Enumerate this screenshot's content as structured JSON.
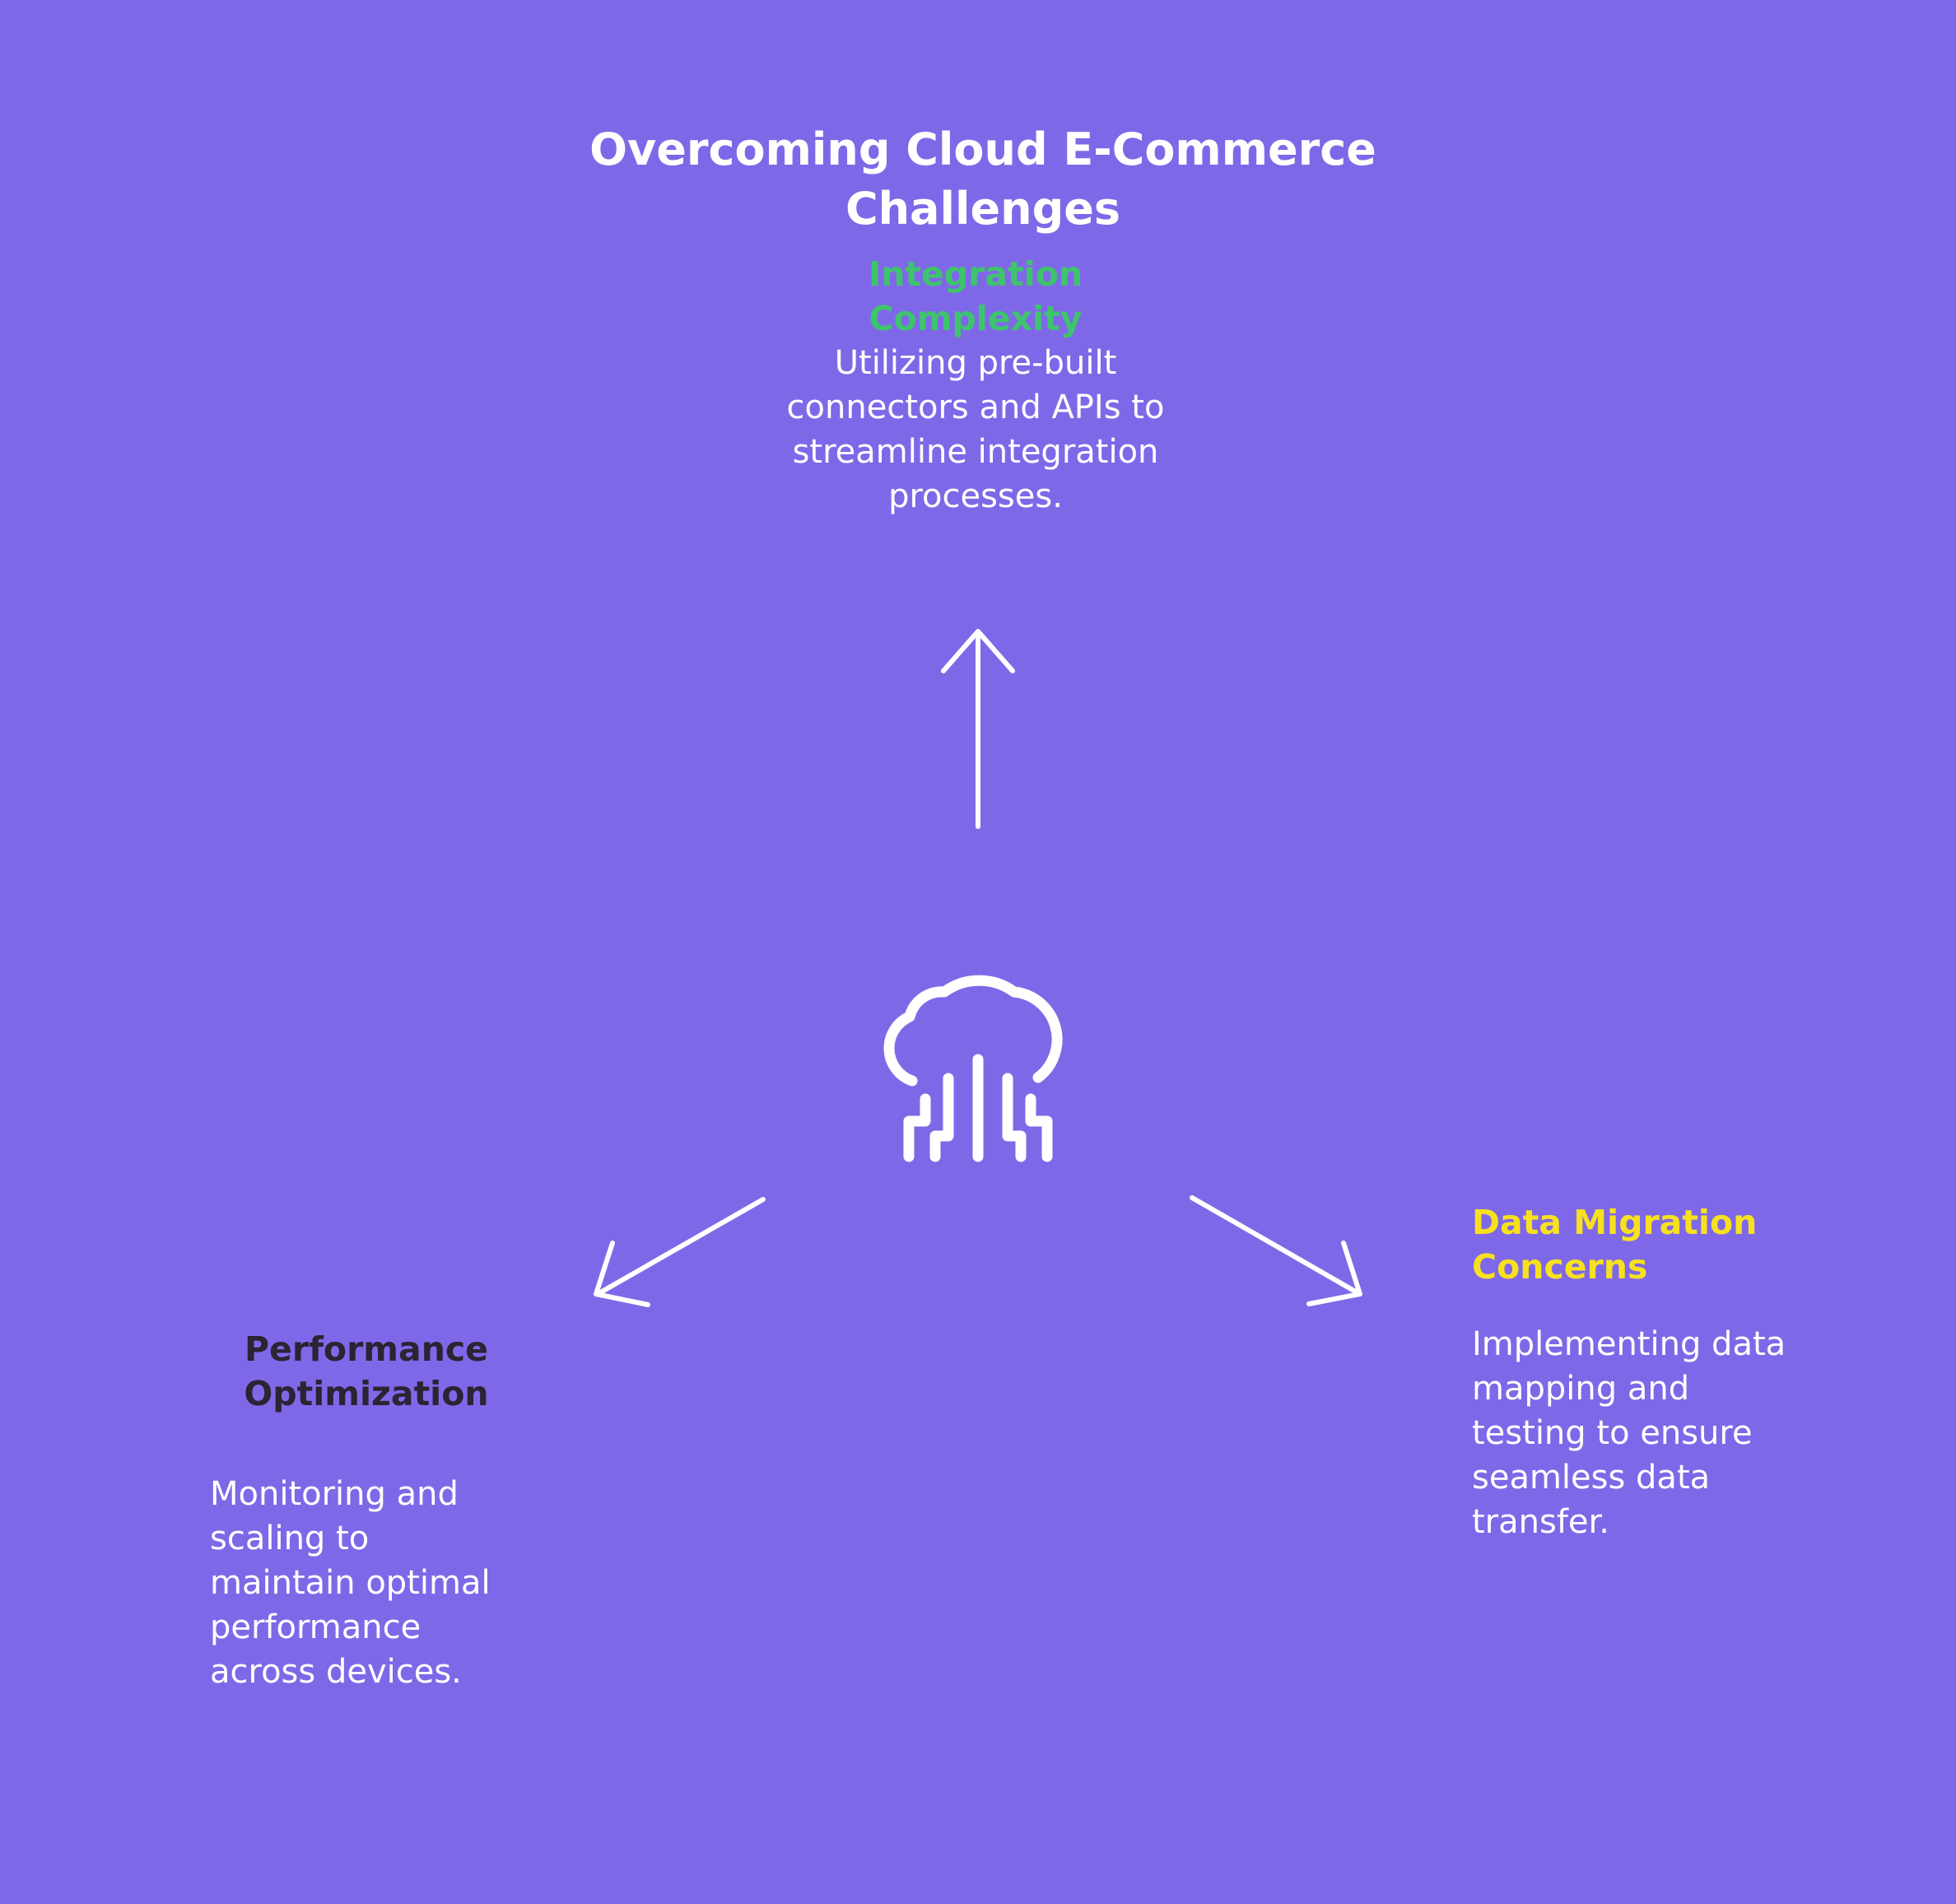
{
  "title": "Overcoming Cloud E-Commerce Challenges",
  "colors": {
    "background": "#7f68e8",
    "white": "#ffffff",
    "green": "#3ec46d",
    "yellow": "#f7e11f",
    "dark": "#2a2433"
  },
  "center_icon": "cloud-circuit-icon",
  "branches": [
    {
      "heading": "Integration Complexity",
      "heading_color": "green",
      "description": "Utilizing pre-built connectors and APIs to streamline integration processes."
    },
    {
      "heading": "Performance Optimization",
      "heading_color": "dark",
      "description": "Monitoring and scaling to maintain optimal performance across devices."
    },
    {
      "heading": "Data Migration Concerns",
      "heading_color": "yellow",
      "description": "Implementing data mapping and testing to ensure seamless data transfer."
    }
  ]
}
